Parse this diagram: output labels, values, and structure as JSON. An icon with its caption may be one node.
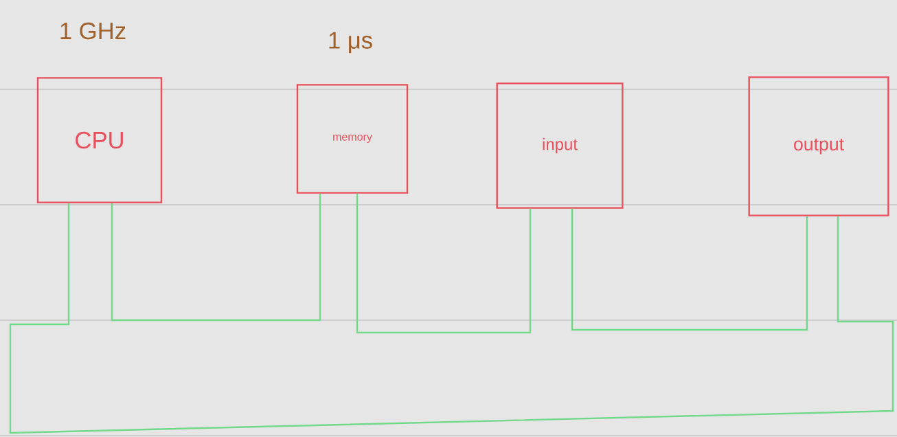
{
  "diagram": {
    "nodes": [
      {
        "text": [
          "CPU"
        ],
        "beside": [
          "1 GHz"
        ]
      },
      {
        "text": [
          "memory"
        ],
        "beside": [
          "1 μs"
        ]
      },
      {
        "text": [
          "input"
        ]
      },
      {
        "text": [
          "output"
        ]
      }
    ],
    "edges": [
      {
        "from": 0,
        "to": 1,
        "arrow": "none"
      },
      {
        "from": 1,
        "to": 2,
        "arrow": "none"
      },
      {
        "from": 2,
        "to": 3,
        "arrow": "none"
      },
      {
        "from": 3,
        "to": 0,
        "arrow": "none"
      }
    ]
  }
}
